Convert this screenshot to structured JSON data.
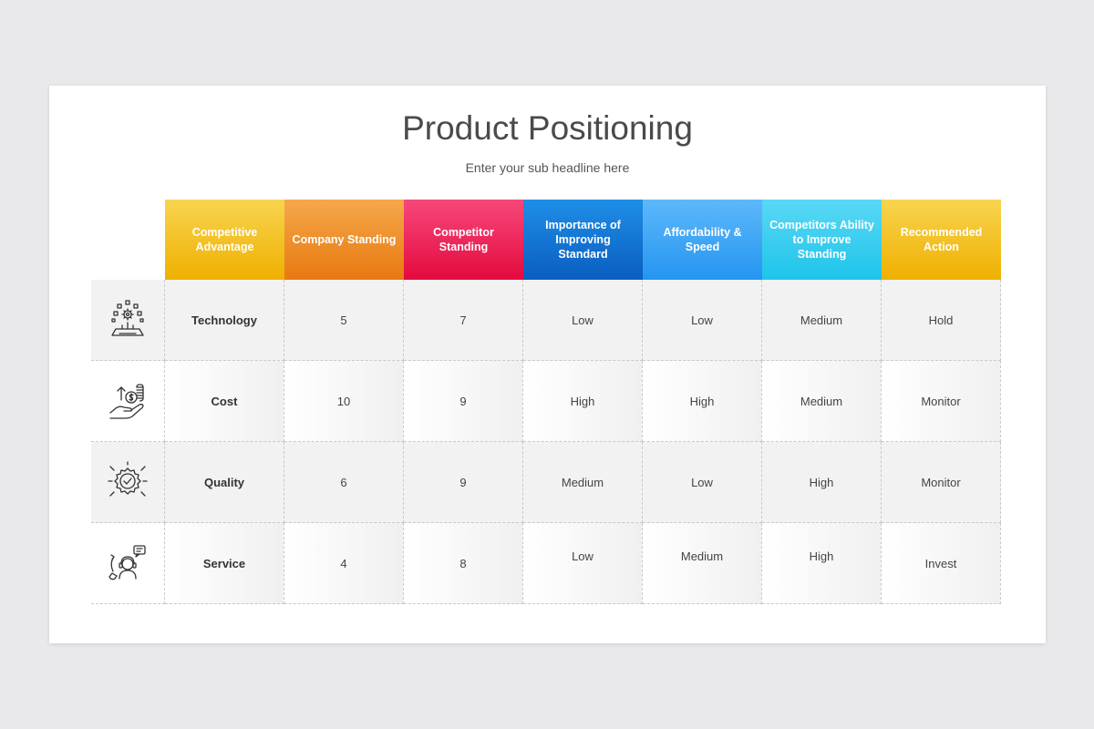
{
  "slide": {
    "title": "Product Positioning",
    "subtitle": "Enter your sub headline here"
  },
  "table": {
    "headers": [
      {
        "label": "Competitive Advantage",
        "color_top": "#f7d44f",
        "color_bottom": "#f0b000"
      },
      {
        "label": "Company Standing",
        "color_top": "#f6a84a",
        "color_bottom": "#e77910"
      },
      {
        "label": "Competitor Standing",
        "color_top": "#f7487a",
        "color_bottom": "#e30a3e"
      },
      {
        "label": "Importance of Improving Standard",
        "color_top": "#1f8ee8",
        "color_bottom": "#0a5ec0"
      },
      {
        "label": "Affordability & Speed",
        "color_top": "#5eb8fb",
        "color_bottom": "#2495f0"
      },
      {
        "label": "Competitors Ability to Improve Standing",
        "color_top": "#5ad8f6",
        "color_bottom": "#1ec4ea"
      },
      {
        "label": "Recommended Action",
        "color_top": "#f7d44f",
        "color_bottom": "#f0b000"
      }
    ],
    "rows": [
      {
        "icon": "technology-icon",
        "cells": [
          "Technology",
          "5",
          "7",
          "Low",
          "Low",
          "Medium",
          "Hold"
        ]
      },
      {
        "icon": "cost-icon",
        "cells": [
          "Cost",
          "10",
          "9",
          "High",
          "High",
          "Medium",
          "Monitor"
        ]
      },
      {
        "icon": "quality-icon",
        "cells": [
          "Quality",
          "6",
          "9",
          "Medium",
          "Low",
          "High",
          "Monitor"
        ]
      },
      {
        "icon": "service-icon",
        "cells": [
          "Service",
          "4",
          "8",
          "Low",
          "Medium",
          "High",
          "Invest"
        ]
      }
    ]
  }
}
